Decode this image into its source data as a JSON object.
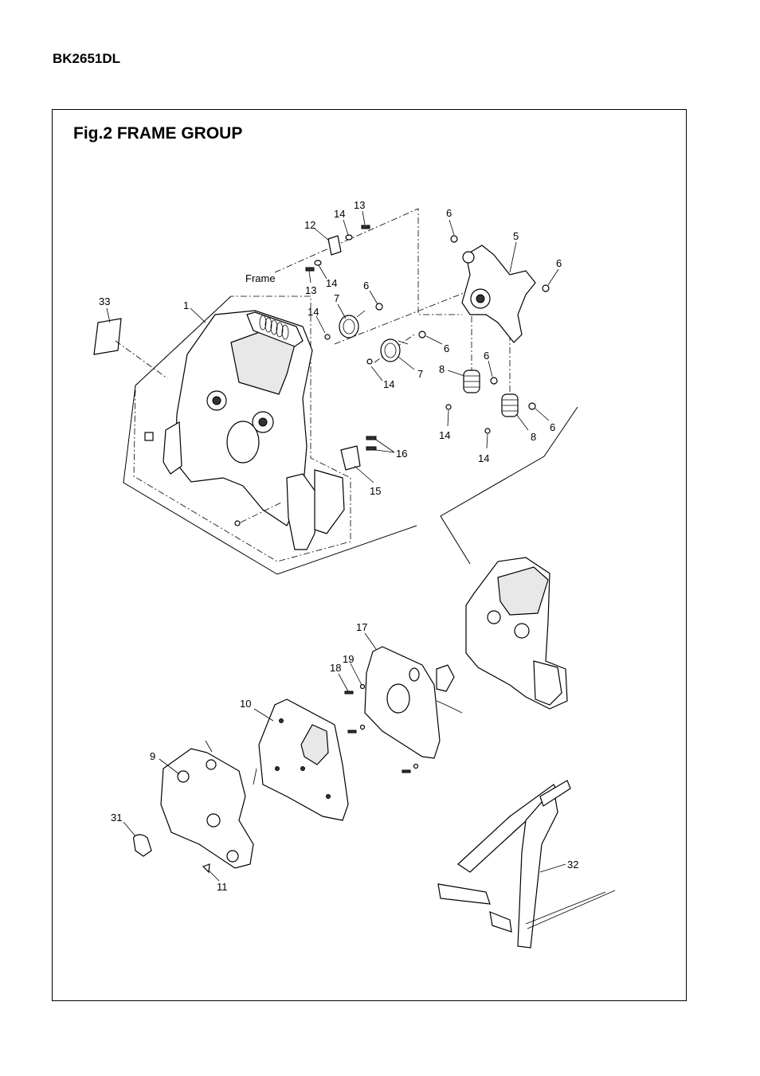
{
  "header": {
    "model": "BK2651DL"
  },
  "figure": {
    "title": "Fig.2  FRAME GROUP"
  },
  "callouts": {
    "p1": "1",
    "p5": "5",
    "p6a": "6",
    "p6b": "6",
    "p6c": "6",
    "p6d": "6",
    "p6e": "6",
    "p6f": "6",
    "p7a": "7",
    "p7b": "7",
    "p8a": "8",
    "p8b": "8",
    "p9": "9",
    "p10": "10",
    "p11": "11",
    "p12": "12",
    "p13a": "13",
    "p13b": "13",
    "p14a": "14",
    "p14b": "14",
    "p14c": "14",
    "p14d": "14",
    "p14e": "14",
    "p14f": "14",
    "p15": "15",
    "p16": "16",
    "p17": "17",
    "p18": "18",
    "p19": "19",
    "p31": "31",
    "p32": "32",
    "p33": "33"
  },
  "notes": {
    "frame": "Frame"
  }
}
